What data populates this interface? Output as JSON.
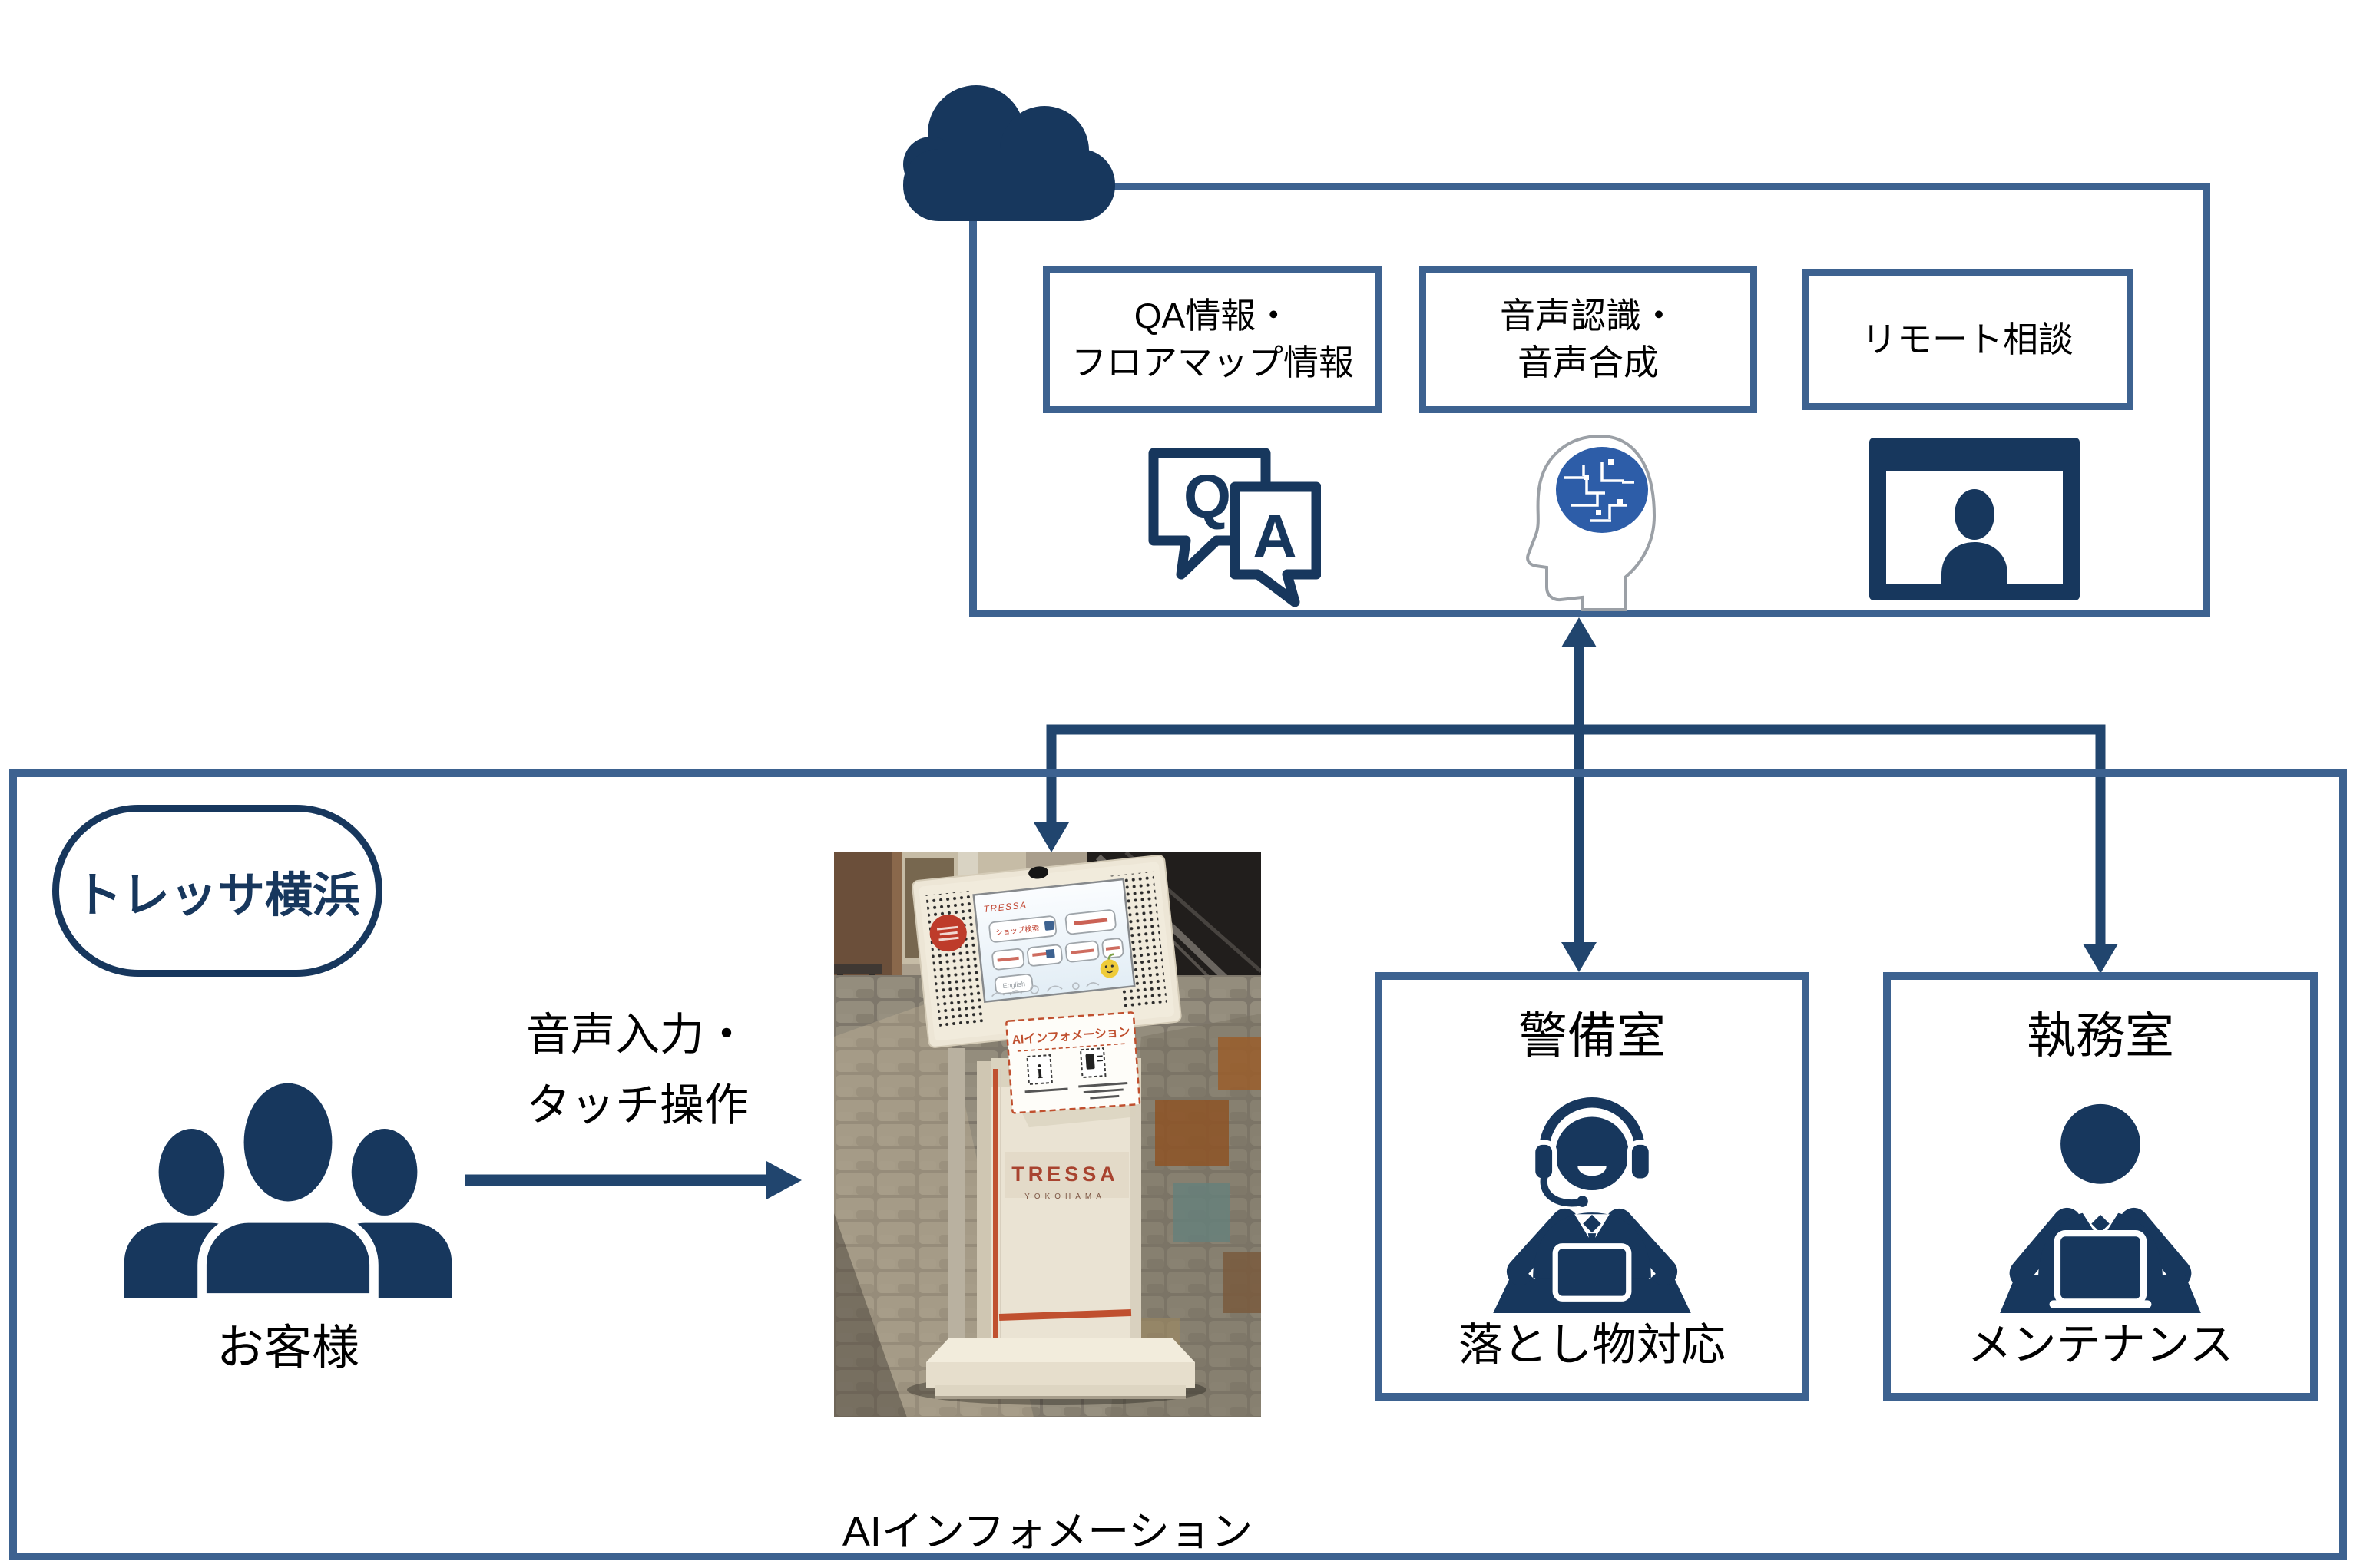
{
  "cloud_section": {
    "qa_box": {
      "line1": "QA情報・",
      "line2": "フロアマップ情報"
    },
    "speech_box": {
      "line1": "音声認識・",
      "line2": "音声合成"
    },
    "remote_box": {
      "line1": "リモート相談"
    }
  },
  "site_section": {
    "site_label": "トレッサ横浜",
    "customers_label": "お客様",
    "input_method": {
      "line1": "音声入力・",
      "line2": "タッチ操作"
    },
    "kiosk_caption": "AIインフォメーション",
    "security_room": {
      "title": "警備室",
      "caption": "落とし物対応"
    },
    "office_room": {
      "title": "執務室",
      "caption": "メンテナンス"
    }
  },
  "kiosk_photo": {
    "screen_logo": "TRESSA",
    "screen_button_shop_search": "ショップ検索",
    "screen_button_english": "English",
    "sign_title": "AIインフォメーション",
    "pedestal_logo": "TRESSA",
    "pedestal_logo_sub": "YOKOHAMA"
  },
  "icons": {
    "cloud": "cloud-icon",
    "qa": "qa-speech-bubbles-icon",
    "speech": "ai-brain-head-icon",
    "remote": "video-call-icon",
    "customers": "customers-group-icon",
    "security": "operator-headset-icon",
    "office": "staff-laptop-icon"
  },
  "colors": {
    "icon_navy": "#17375D",
    "frame_blue": "#3D6290",
    "connector_blue": "#21456E",
    "text_black": "#000000",
    "kiosk_red": "#C0502F",
    "mascot_yellow": "#EFCB39"
  }
}
